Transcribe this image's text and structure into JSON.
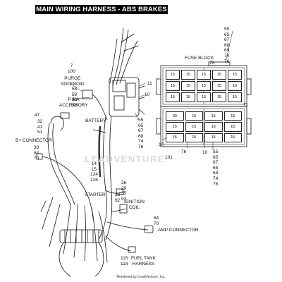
{
  "title": "MAIN WIRING HARNESS - ABS BRAKES",
  "watermark": "LEADVENTURE",
  "footer": "Rendered by LeadVenture, Inc.",
  "labels": {
    "purge_solenoid": "PURGE\nSOLENOID",
    "p_and_a_accessory": "P & A\nACCESSORY",
    "b_plus_connector": "B+ CONNECTOR",
    "battery": "BATTERY",
    "starter": "STARTER",
    "ignition_coil": "IGNITION\nCOIL",
    "amp_connector": "AMP CONNECTOR",
    "fuel_tank_harness": "FUEL TANK\nHARNESS",
    "fuse_block": "FUSE BLOCK"
  },
  "callouts": {
    "purge_top": "7\n100",
    "purge_side": "58\n59\n96\n108",
    "p_and_a": "47",
    "accessory_side": "32\n41\n51",
    "b_plus": "30\n64\n70",
    "harness_side_11": "11",
    "harness_side_10": "10",
    "harness_right": "55\n65\n67\n68\n74\n76",
    "battery_cable": "14\n15\n124\n126",
    "starter_side": "28\n92",
    "coil_top": "26\n29\n35\n93",
    "amp": "64\n70",
    "fuel_tank": "115\n118",
    "fuse_top": "55\n65\n67\n68\n69\n74\n76",
    "fuse_75": "75",
    "fuse_11": "11",
    "fuse_10": "10",
    "fuse_101": "101",
    "fuse_76": "76",
    "fuse_10b": "10",
    "fuse_bottom": "55\n65\n67\n68\n69\n74\n76"
  },
  "fuse_block": {
    "upper_fuses": [
      "15",
      "15",
      "15",
      "15",
      "15",
      "15",
      "15",
      "15",
      "15",
      "15",
      "15",
      "15",
      "15",
      "15",
      "15"
    ],
    "lower_fuses": [
      "30",
      "15",
      "15",
      "15",
      "15",
      "15",
      "15",
      "15",
      "15",
      "15",
      "15",
      "15"
    ]
  }
}
